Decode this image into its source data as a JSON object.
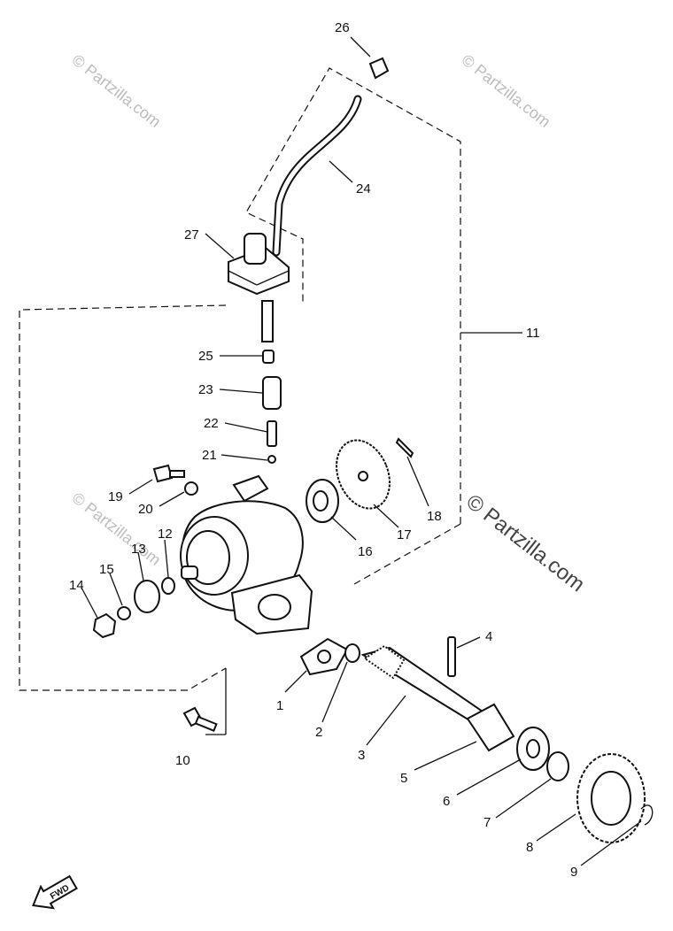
{
  "watermarks": {
    "small": "© Partzilla.com",
    "large": "© Partzilla.com"
  },
  "fwd_label": "FWD",
  "callouts": {
    "c1": "1",
    "c2": "2",
    "c3": "3",
    "c4": "4",
    "c5": "5",
    "c6": "6",
    "c7": "7",
    "c8": "8",
    "c9": "9",
    "c10": "10",
    "c11": "11",
    "c12": "12",
    "c13": "13",
    "c14": "14",
    "c15": "15",
    "c16": "16",
    "c17": "17",
    "c18": "18",
    "c19": "19",
    "c20": "20",
    "c21": "21",
    "c22": "22",
    "c23": "23",
    "c24": "24",
    "c25": "25",
    "c26": "26",
    "c27": "27"
  }
}
